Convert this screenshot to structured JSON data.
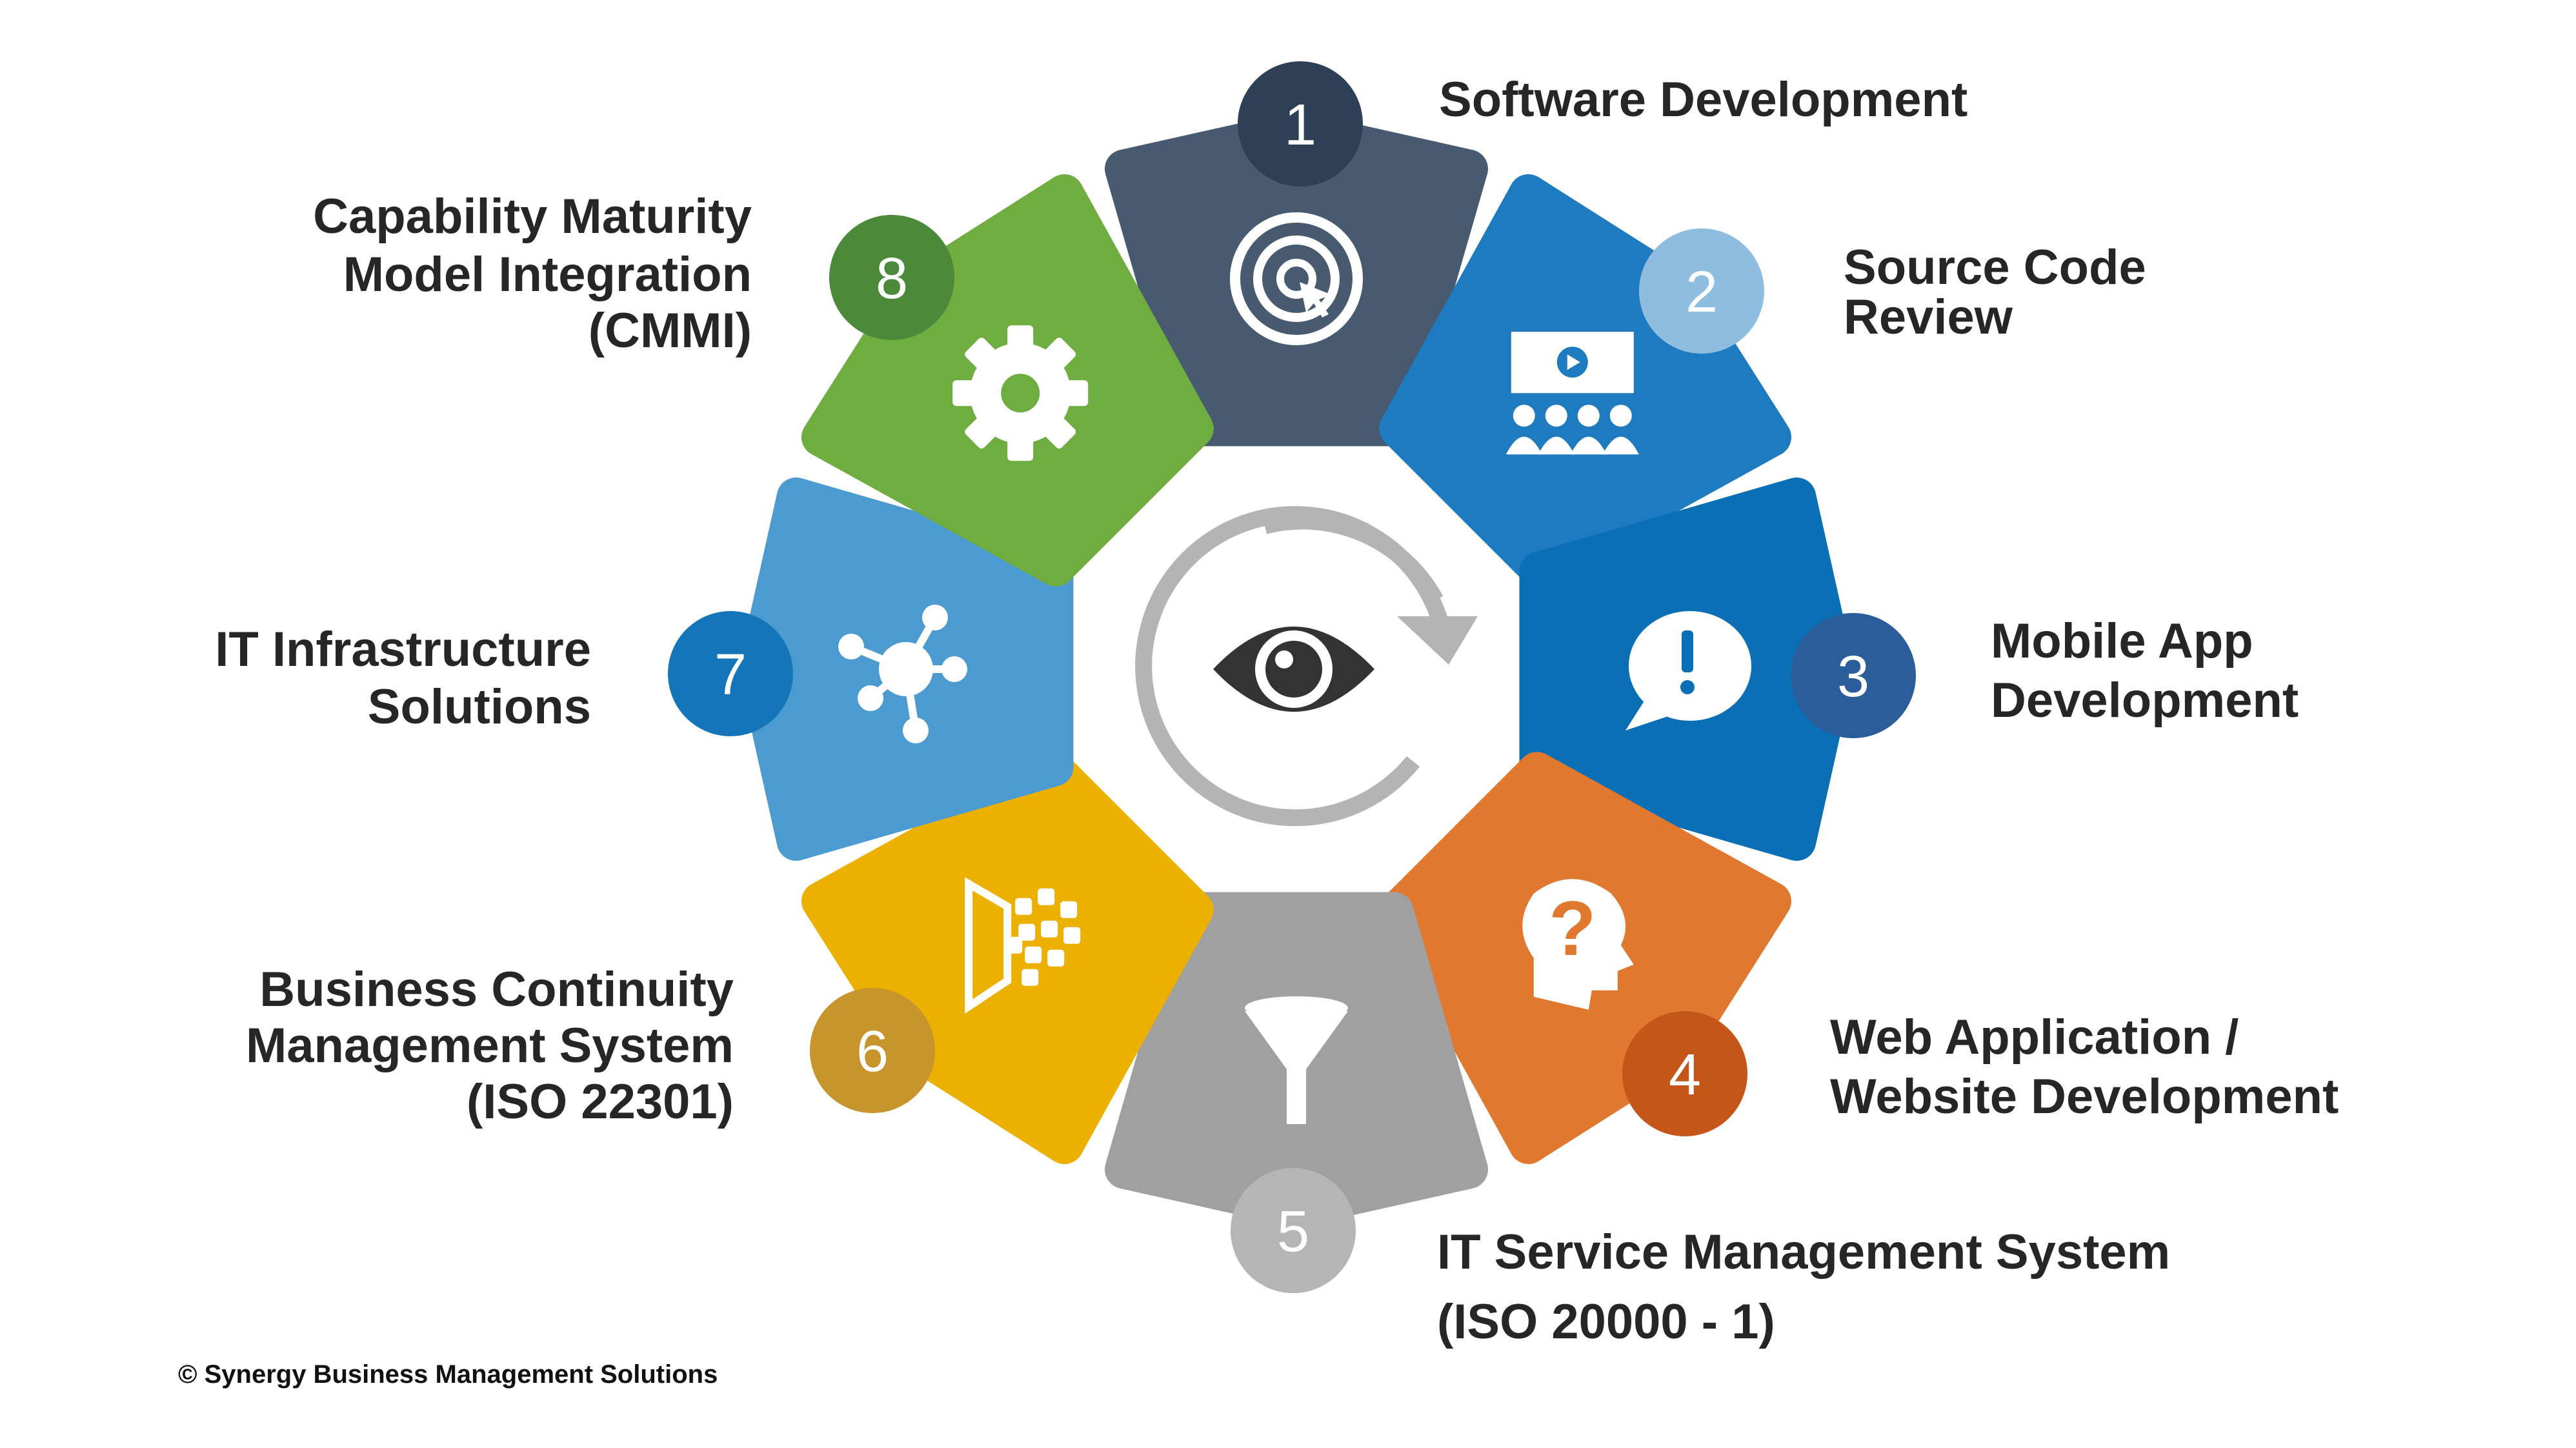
{
  "segments": [
    {
      "number": "1",
      "lines": [
        "Software Development"
      ],
      "seg_color": "#475a70",
      "circle_color": "#2f3f55",
      "icon": "target-cursor-icon"
    },
    {
      "number": "2",
      "lines": [
        "Source Code",
        "Review"
      ],
      "seg_color": "#1e7bbf",
      "circle_color": "#8fbde0",
      "icon": "presentation-audience-icon"
    },
    {
      "number": "3",
      "lines": [
        "Mobile App",
        "Development"
      ],
      "seg_color": "#0b6fb5",
      "circle_color": "#2a5d9a",
      "icon": "speech-bubble-exclamation-icon"
    },
    {
      "number": "4",
      "lines": [
        "Web Application /",
        "Website Development"
      ],
      "seg_color": "#e07830",
      "circle_color": "#c4561a",
      "icon": "head-question-icon"
    },
    {
      "number": "5",
      "lines": [
        "IT Service Management System",
        "(ISO 20000 - 1)"
      ],
      "seg_color": "#a0a0a0",
      "circle_color": "#b5b5b5",
      "icon": "funnel-icon"
    },
    {
      "number": "6",
      "lines": [
        "Business Continuity",
        "Management System",
        "(ISO 22301)"
      ],
      "seg_color": "#ebb000",
      "circle_color": "#c8952d",
      "icon": "door-pixels-icon"
    },
    {
      "number": "7",
      "lines": [
        "IT Infrastructure",
        "Solutions"
      ],
      "seg_color": "#4b9bd0",
      "circle_color": "#1476b8",
      "icon": "network-hub-icon"
    },
    {
      "number": "8",
      "lines": [
        "Capability Maturity",
        "Model Integration",
        "(CMMI)"
      ],
      "seg_color": "#6fad40",
      "circle_color": "#4a8a3a",
      "icon": "gear-icon"
    }
  ],
  "center_icon": "eye-cycle-icon",
  "footer": "© Synergy Business Management Solutions"
}
